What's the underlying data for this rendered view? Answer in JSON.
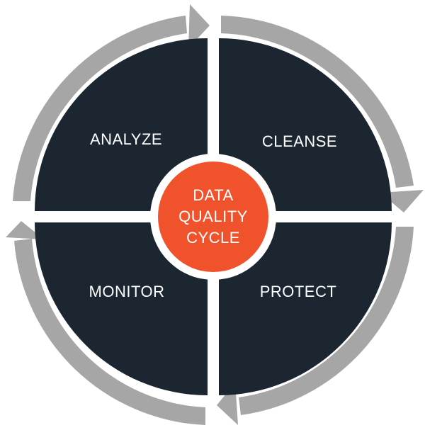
{
  "diagram": {
    "center": {
      "lines": [
        "DATA",
        "QUALITY",
        "CYCLE"
      ]
    },
    "stages": {
      "analyze": "ANALYZE",
      "cleanse": "CLEANSE",
      "protect": "PROTECT",
      "monitor": "MONITOR"
    },
    "colors": {
      "quadrant": "#1b2630",
      "center": "#f0532b",
      "arrow": "#a6a6a6",
      "separator": "#ffffff",
      "text": "#ffffff"
    }
  }
}
